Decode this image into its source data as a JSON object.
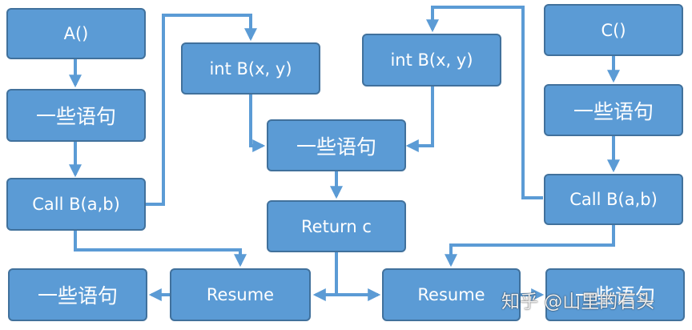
{
  "nodes": {
    "a_call": "A()",
    "a_stmts": "一些语句",
    "a_callb": "Call B(a,b)",
    "left_stmts": "一些语句",
    "left_resume": "Resume",
    "b_def_left": "int B(x, y)",
    "b_def_right": "int B(x, y)",
    "b_stmts": "一些语句",
    "b_return": "Return c",
    "c_call": "C()",
    "c_stmts": "一些语句",
    "c_callb": "Call B(a,b)",
    "right_resume": "Resume",
    "right_stmts": "一些语句"
  },
  "watermark": "知乎 @山里的石头",
  "colors": {
    "box_fill": "#5b9bd5",
    "box_border": "#41719c",
    "arrow": "#5b9bd5",
    "text": "#ffffff"
  }
}
